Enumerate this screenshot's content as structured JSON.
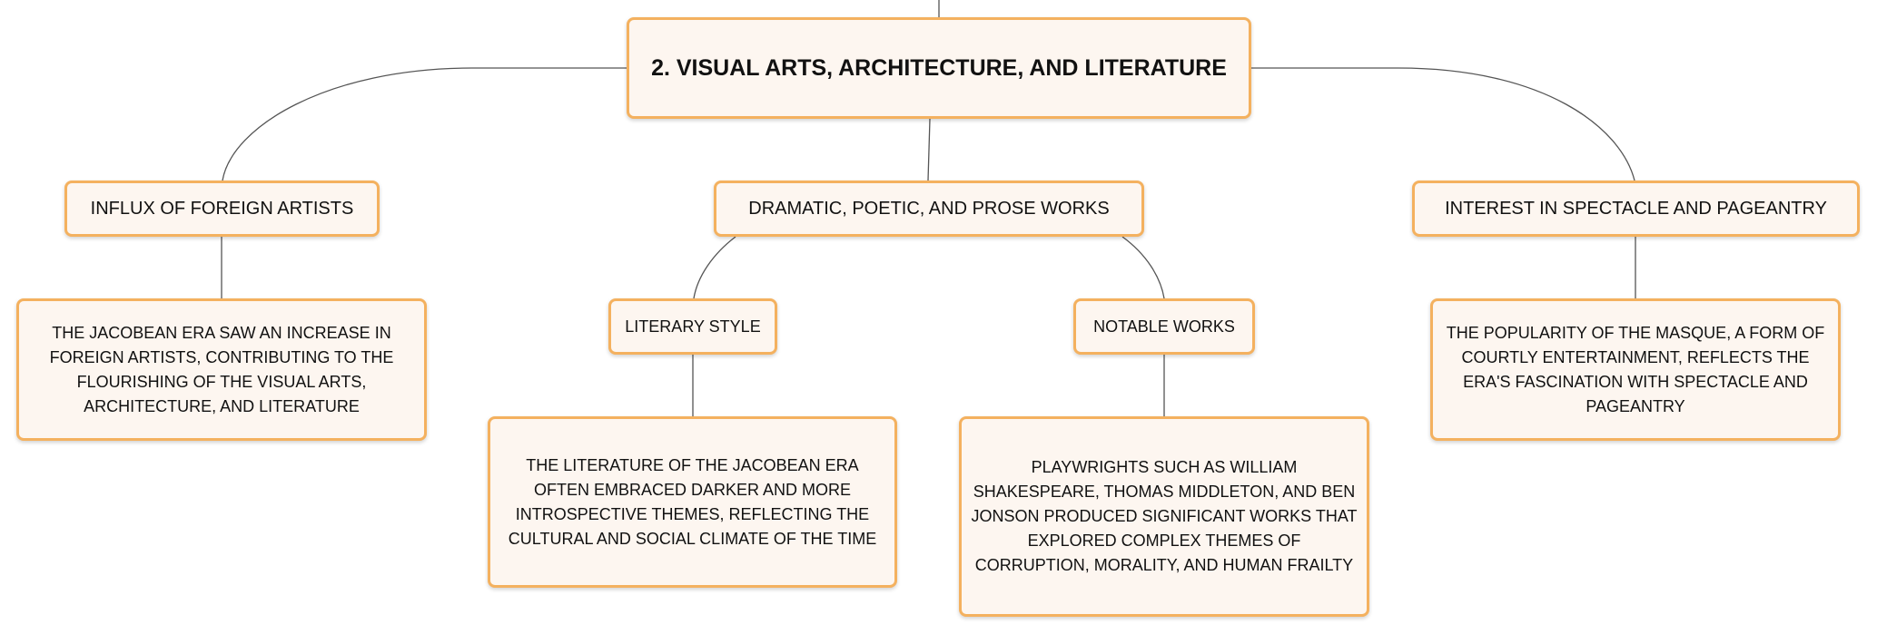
{
  "root": {
    "label": "2. VISUAL ARTS, ARCHITECTURE, AND LITERATURE"
  },
  "branches": {
    "influx": {
      "label": "INFLUX OF FOREIGN ARTISTS",
      "detail": "THE JACOBEAN ERA SAW AN INCREASE IN FOREIGN ARTISTS, CONTRIBUTING TO THE FLOURISHING OF THE VISUAL ARTS, ARCHITECTURE, AND LITERATURE"
    },
    "dramatic": {
      "label": "DRAMATIC, POETIC, AND PROSE WORKS",
      "children": {
        "literary": {
          "label": "LITERARY STYLE",
          "detail": "THE LITERATURE OF THE JACOBEAN ERA OFTEN EMBRACED DARKER AND MORE INTROSPECTIVE THEMES, REFLECTING THE CULTURAL AND SOCIAL CLIMATE OF THE TIME"
        },
        "notable": {
          "label": "NOTABLE WORKS",
          "detail": "PLAYWRIGHTS SUCH AS WILLIAM SHAKESPEARE, THOMAS MIDDLETON, AND BEN JONSON PRODUCED SIGNIFICANT WORKS THAT EXPLORED COMPLEX THEMES OF CORRUPTION, MORALITY, AND HUMAN FRAILTY"
        }
      }
    },
    "interest": {
      "label": "INTEREST IN SPECTACLE AND PAGEANTRY",
      "detail": "THE POPULARITY OF THE MASQUE, A FORM OF COURTLY ENTERTAINMENT, REFLECTS THE ERA'S FASCINATION WITH SPECTACLE AND PAGEANTRY"
    }
  },
  "colors": {
    "node_border": "#f4b15f",
    "node_fill": "#fdf6f0",
    "connector": "#555555"
  }
}
